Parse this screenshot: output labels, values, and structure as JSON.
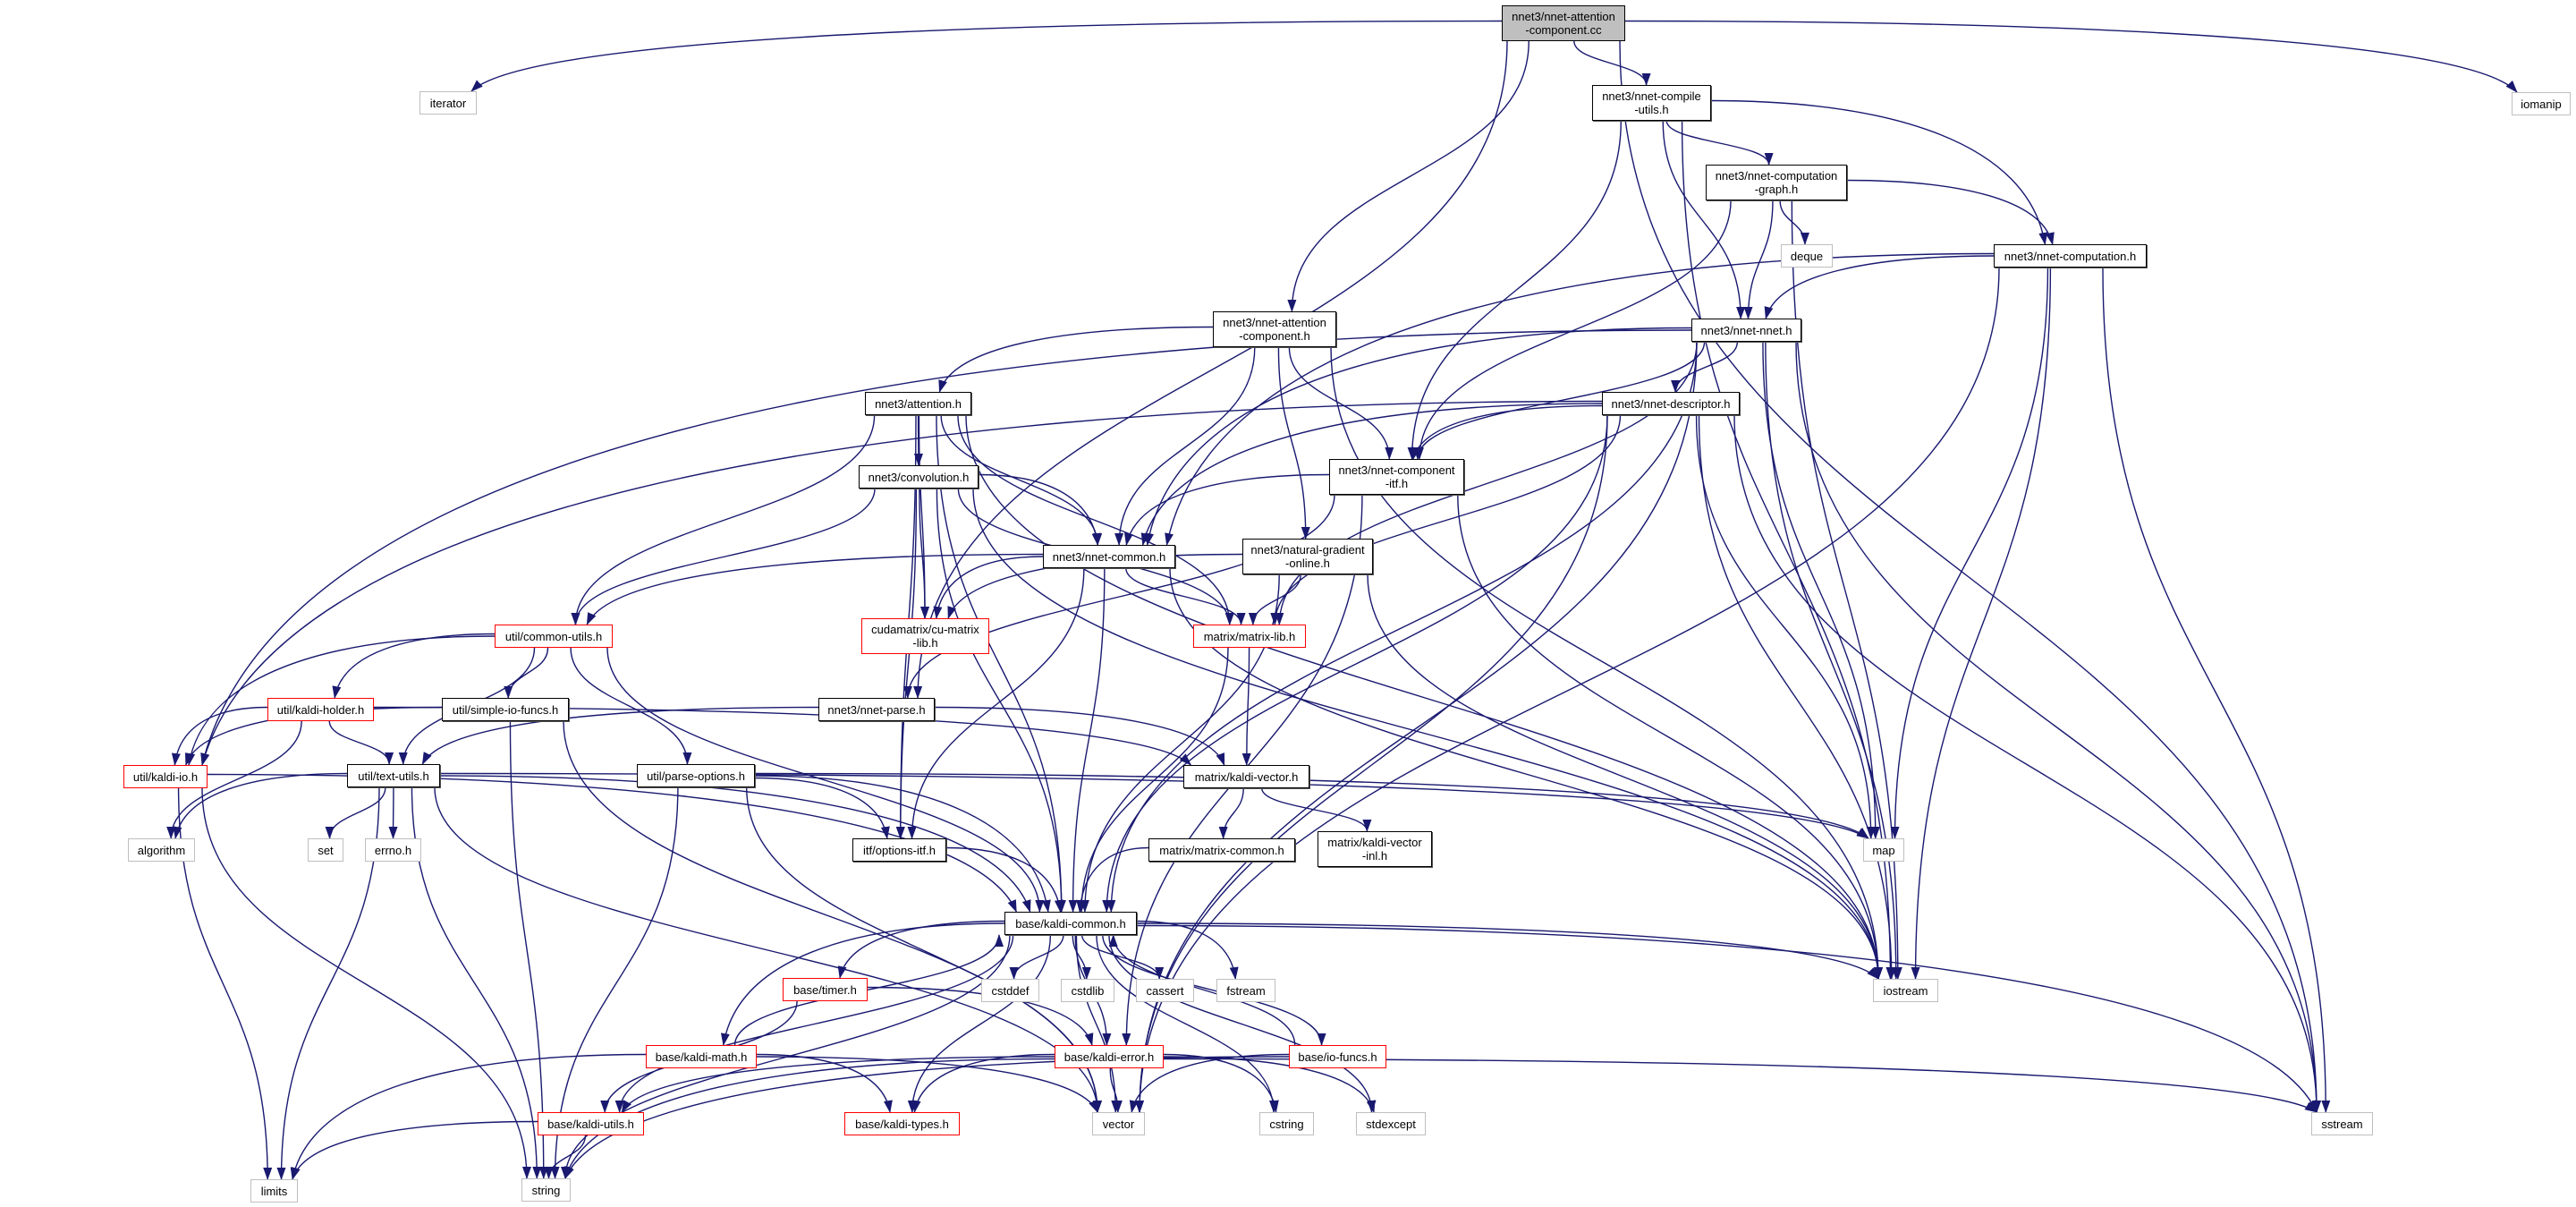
{
  "colors": {
    "edge": "#191970",
    "root_fill": "#bfbfbf",
    "documented_border": "#000000",
    "truncated_border": "#ff0000",
    "external_border": "#bfbfbf"
  },
  "nodes": {
    "root": {
      "label": "nnet3/nnet-attention\n-component.cc",
      "kind": "root"
    },
    "iterator": {
      "label": "iterator",
      "kind": "external"
    },
    "iomanip": {
      "label": "iomanip",
      "kind": "external"
    },
    "compile_utils": {
      "label": "nnet3/nnet-compile\n-utils.h",
      "kind": "documented"
    },
    "comp_graph": {
      "label": "nnet3/nnet-computation\n-graph.h",
      "kind": "documented"
    },
    "deque": {
      "label": "deque",
      "kind": "external"
    },
    "computation": {
      "label": "nnet3/nnet-computation.h",
      "kind": "documented"
    },
    "attn_comp_h": {
      "label": "nnet3/nnet-attention\n-component.h",
      "kind": "documented"
    },
    "nnet_nnet": {
      "label": "nnet3/nnet-nnet.h",
      "kind": "documented"
    },
    "attention": {
      "label": "nnet3/attention.h",
      "kind": "documented"
    },
    "descriptor": {
      "label": "nnet3/nnet-descriptor.h",
      "kind": "documented"
    },
    "convolution": {
      "label": "nnet3/convolution.h",
      "kind": "documented"
    },
    "component_itf": {
      "label": "nnet3/nnet-component\n-itf.h",
      "kind": "documented"
    },
    "nnet_common": {
      "label": "nnet3/nnet-common.h",
      "kind": "documented"
    },
    "natural_gradient": {
      "label": "nnet3/natural-gradient\n-online.h",
      "kind": "documented"
    },
    "cu_matrix_lib": {
      "label": "cudamatrix/cu-matrix\n-lib.h",
      "kind": "truncated"
    },
    "matrix_lib": {
      "label": "matrix/matrix-lib.h",
      "kind": "truncated"
    },
    "common_utils": {
      "label": "util/common-utils.h",
      "kind": "truncated"
    },
    "kaldi_holder": {
      "label": "util/kaldi-holder.h",
      "kind": "truncated"
    },
    "simple_io": {
      "label": "util/simple-io-funcs.h",
      "kind": "documented"
    },
    "nnet_parse": {
      "label": "nnet3/nnet-parse.h",
      "kind": "documented"
    },
    "kaldi_io": {
      "label": "util/kaldi-io.h",
      "kind": "truncated"
    },
    "text_utils": {
      "label": "util/text-utils.h",
      "kind": "documented"
    },
    "parse_options": {
      "label": "util/parse-options.h",
      "kind": "documented"
    },
    "kaldi_vector": {
      "label": "matrix/kaldi-vector.h",
      "kind": "documented"
    },
    "algorithm": {
      "label": "algorithm",
      "kind": "external"
    },
    "set": {
      "label": "set",
      "kind": "external"
    },
    "errno": {
      "label": "errno.h",
      "kind": "external"
    },
    "options_itf": {
      "label": "itf/options-itf.h",
      "kind": "documented"
    },
    "matrix_common": {
      "label": "matrix/matrix-common.h",
      "kind": "documented"
    },
    "kaldi_vector_inl": {
      "label": "matrix/kaldi-vector\n-inl.h",
      "kind": "documented"
    },
    "map": {
      "label": "map",
      "kind": "external"
    },
    "kaldi_common": {
      "label": "base/kaldi-common.h",
      "kind": "documented"
    },
    "iostream": {
      "label": "iostream",
      "kind": "external"
    },
    "timer": {
      "label": "base/timer.h",
      "kind": "truncated"
    },
    "cstddef": {
      "label": "cstddef",
      "kind": "external"
    },
    "cstdlib": {
      "label": "cstdlib",
      "kind": "external"
    },
    "cassert": {
      "label": "cassert",
      "kind": "external"
    },
    "fstream": {
      "label": "fstream",
      "kind": "external"
    },
    "kaldi_math": {
      "label": "base/kaldi-math.h",
      "kind": "truncated"
    },
    "kaldi_error": {
      "label": "base/kaldi-error.h",
      "kind": "truncated"
    },
    "io_funcs": {
      "label": "base/io-funcs.h",
      "kind": "truncated"
    },
    "kaldi_utils": {
      "label": "base/kaldi-utils.h",
      "kind": "truncated"
    },
    "kaldi_types": {
      "label": "base/kaldi-types.h",
      "kind": "truncated"
    },
    "vector": {
      "label": "vector",
      "kind": "external"
    },
    "cstring": {
      "label": "cstring",
      "kind": "external"
    },
    "stdexcept": {
      "label": "stdexcept",
      "kind": "external"
    },
    "sstream": {
      "label": "sstream",
      "kind": "external"
    },
    "limits": {
      "label": "limits",
      "kind": "external"
    },
    "string": {
      "label": "string",
      "kind": "external"
    }
  },
  "edges": [
    [
      "root",
      "iterator"
    ],
    [
      "root",
      "iomanip"
    ],
    [
      "root",
      "compile_utils"
    ],
    [
      "root",
      "attn_comp_h"
    ],
    [
      "root",
      "nnet_parse"
    ],
    [
      "root",
      "sstream"
    ],
    [
      "compile_utils",
      "comp_graph"
    ],
    [
      "compile_utils",
      "computation"
    ],
    [
      "compile_utils",
      "nnet_nnet"
    ],
    [
      "compile_utils",
      "component_itf"
    ],
    [
      "compile_utils",
      "iostream"
    ],
    [
      "comp_graph",
      "deque"
    ],
    [
      "comp_graph",
      "computation"
    ],
    [
      "comp_graph",
      "nnet_nnet"
    ],
    [
      "comp_graph",
      "component_itf"
    ],
    [
      "comp_graph",
      "iostream"
    ],
    [
      "computation",
      "nnet_common"
    ],
    [
      "computation",
      "nnet_nnet"
    ],
    [
      "computation",
      "map"
    ],
    [
      "computation",
      "iostream"
    ],
    [
      "computation",
      "vector"
    ],
    [
      "computation",
      "sstream"
    ],
    [
      "attn_comp_h",
      "attention"
    ],
    [
      "attn_comp_h",
      "nnet_common"
    ],
    [
      "attn_comp_h",
      "component_itf"
    ],
    [
      "attn_comp_h",
      "natural_gradient"
    ],
    [
      "attn_comp_h",
      "iostream"
    ],
    [
      "nnet_nnet",
      "nnet_common"
    ],
    [
      "nnet_nnet",
      "component_itf"
    ],
    [
      "nnet_nnet",
      "descriptor"
    ],
    [
      "nnet_nnet",
      "kaldi_common"
    ],
    [
      "nnet_nnet",
      "kaldi_io"
    ],
    [
      "nnet_nnet",
      "matrix_lib"
    ],
    [
      "nnet_nnet",
      "iostream"
    ],
    [
      "nnet_nnet",
      "sstream"
    ],
    [
      "nnet_nnet",
      "vector"
    ],
    [
      "nnet_nnet",
      "map"
    ],
    [
      "attention",
      "kaldi_common"
    ],
    [
      "attention",
      "common_utils"
    ],
    [
      "attention",
      "options_itf"
    ],
    [
      "attention",
      "matrix_lib"
    ],
    [
      "attention",
      "cu_matrix_lib"
    ],
    [
      "attention",
      "nnet_common"
    ],
    [
      "attention",
      "convolution"
    ],
    [
      "attention",
      "iostream"
    ],
    [
      "descriptor",
      "kaldi_common"
    ],
    [
      "descriptor",
      "kaldi_io"
    ],
    [
      "descriptor",
      "matrix_lib"
    ],
    [
      "descriptor",
      "nnet_common"
    ],
    [
      "descriptor",
      "component_itf"
    ],
    [
      "descriptor",
      "iostream"
    ],
    [
      "descriptor",
      "sstream"
    ],
    [
      "descriptor",
      "vector"
    ],
    [
      "descriptor",
      "map"
    ],
    [
      "convolution",
      "kaldi_common"
    ],
    [
      "convolution",
      "common_utils"
    ],
    [
      "convolution",
      "options_itf"
    ],
    [
      "convolution",
      "matrix_lib"
    ],
    [
      "convolution",
      "cu_matrix_lib"
    ],
    [
      "convolution",
      "nnet_common"
    ],
    [
      "convolution",
      "iostream"
    ],
    [
      "component_itf",
      "nnet_common"
    ],
    [
      "component_itf",
      "nnet_parse"
    ],
    [
      "component_itf",
      "kaldi_error"
    ],
    [
      "component_itf",
      "iostream"
    ],
    [
      "nnet_common",
      "kaldi_common"
    ],
    [
      "nnet_common",
      "common_utils"
    ],
    [
      "nnet_common",
      "options_itf"
    ],
    [
      "nnet_common",
      "matrix_lib"
    ],
    [
      "nnet_common",
      "cu_matrix_lib"
    ],
    [
      "nnet_common",
      "iostream"
    ],
    [
      "natural_gradient",
      "kaldi_common"
    ],
    [
      "natural_gradient",
      "matrix_lib"
    ],
    [
      "natural_gradient",
      "cu_matrix_lib"
    ],
    [
      "natural_gradient",
      "iostream"
    ],
    [
      "matrix_lib",
      "kaldi_vector"
    ],
    [
      "matrix_lib",
      "kaldi_common"
    ],
    [
      "common_utils",
      "kaldi_holder"
    ],
    [
      "common_utils",
      "simple_io"
    ],
    [
      "common_utils",
      "text_utils"
    ],
    [
      "common_utils",
      "parse_options"
    ],
    [
      "common_utils",
      "kaldi_io"
    ],
    [
      "common_utils",
      "kaldi_common"
    ],
    [
      "kaldi_holder",
      "kaldi_io"
    ],
    [
      "kaldi_holder",
      "text_utils"
    ],
    [
      "kaldi_holder",
      "algorithm"
    ],
    [
      "kaldi_holder",
      "kaldi_vector"
    ],
    [
      "simple_io",
      "kaldi_io"
    ],
    [
      "simple_io",
      "string"
    ],
    [
      "simple_io",
      "vector"
    ],
    [
      "nnet_parse",
      "text_utils"
    ],
    [
      "nnet_parse",
      "kaldi_vector"
    ],
    [
      "kaldi_io",
      "limits"
    ],
    [
      "kaldi_io",
      "string"
    ],
    [
      "kaldi_io",
      "kaldi_common"
    ],
    [
      "text_utils",
      "algorithm"
    ],
    [
      "text_utils",
      "set"
    ],
    [
      "text_utils",
      "errno"
    ],
    [
      "text_utils",
      "limits"
    ],
    [
      "text_utils",
      "string"
    ],
    [
      "text_utils",
      "vector"
    ],
    [
      "text_utils",
      "map"
    ],
    [
      "text_utils",
      "kaldi_common"
    ],
    [
      "parse_options",
      "map"
    ],
    [
      "parse_options",
      "string"
    ],
    [
      "parse_options",
      "vector"
    ],
    [
      "parse_options",
      "kaldi_common"
    ],
    [
      "parse_options",
      "options_itf"
    ],
    [
      "kaldi_vector",
      "matrix_common"
    ],
    [
      "kaldi_vector",
      "kaldi_vector_inl"
    ],
    [
      "options_itf",
      "kaldi_common"
    ],
    [
      "matrix_common",
      "kaldi_common"
    ],
    [
      "kaldi_common",
      "timer"
    ],
    [
      "kaldi_common",
      "cstddef"
    ],
    [
      "kaldi_common",
      "cstdlib"
    ],
    [
      "kaldi_common",
      "cassert"
    ],
    [
      "kaldi_common",
      "fstream"
    ],
    [
      "kaldi_common",
      "iostream"
    ],
    [
      "kaldi_common",
      "kaldi_math"
    ],
    [
      "kaldi_common",
      "kaldi_error"
    ],
    [
      "kaldi_common",
      "io_funcs"
    ],
    [
      "kaldi_common",
      "kaldi_utils"
    ],
    [
      "kaldi_common",
      "kaldi_types"
    ],
    [
      "kaldi_common",
      "vector"
    ],
    [
      "kaldi_common",
      "cstring"
    ],
    [
      "kaldi_common",
      "stdexcept"
    ],
    [
      "kaldi_common",
      "string"
    ],
    [
      "kaldi_common",
      "sstream"
    ],
    [
      "timer",
      "kaldi_error"
    ],
    [
      "timer",
      "kaldi_utils"
    ],
    [
      "kaldi_math",
      "kaldi_common"
    ],
    [
      "kaldi_math",
      "kaldi_types"
    ],
    [
      "kaldi_math",
      "vector"
    ],
    [
      "kaldi_math",
      "limits"
    ],
    [
      "kaldi_error",
      "kaldi_types"
    ],
    [
      "kaldi_error",
      "kaldi_utils"
    ],
    [
      "kaldi_error",
      "vector"
    ],
    [
      "kaldi_error",
      "cstring"
    ],
    [
      "kaldi_error",
      "stdexcept"
    ],
    [
      "kaldi_error",
      "string"
    ],
    [
      "kaldi_error",
      "sstream"
    ],
    [
      "io_funcs",
      "kaldi_common"
    ],
    [
      "io_funcs",
      "vector"
    ],
    [
      "io_funcs",
      "string"
    ],
    [
      "kaldi_utils",
      "limits"
    ],
    [
      "kaldi_utils",
      "string"
    ]
  ]
}
